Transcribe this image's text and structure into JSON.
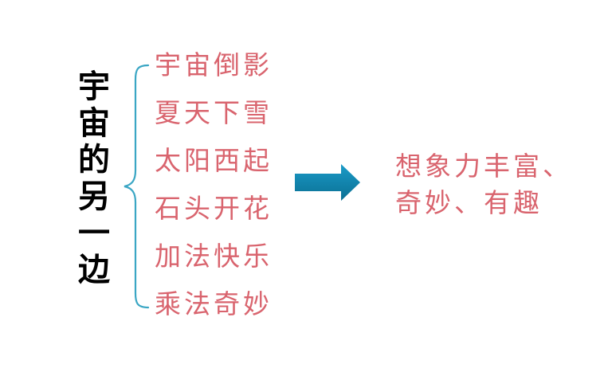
{
  "title_chars": [
    "宇",
    "宙",
    "的",
    "另",
    "一",
    "边"
  ],
  "examples": [
    "宇宙倒影",
    "夏天下雪",
    "太阳西起",
    "石头开花",
    "加法快乐",
    "乘法奇妙"
  ],
  "result_lines": [
    "想象力丰富、",
    "奇妙、有趣"
  ],
  "colors": {
    "title": "#000000",
    "text_accent": "#d9646e",
    "brace": "#3aa6c4",
    "arrow": "#0b7fa6"
  },
  "icons": {
    "brace": "curly-brace-icon",
    "arrow": "right-arrow-icon"
  }
}
